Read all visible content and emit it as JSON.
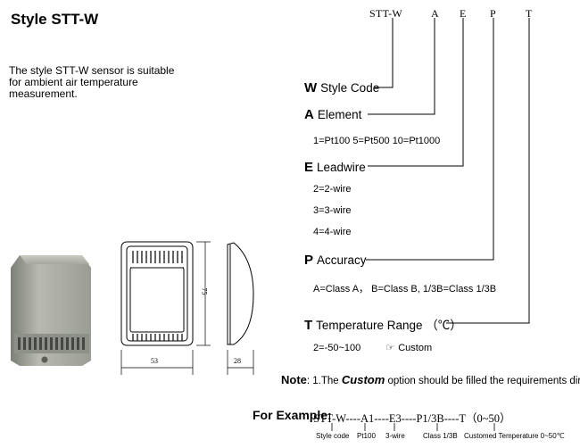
{
  "title": "Style STT-W",
  "description": [
    "The style STT-W sensor is suitable",
    "for ambient air temperature",
    "measurement."
  ],
  "code_header": [
    "STT-W",
    "A",
    "E",
    "P",
    "T"
  ],
  "sections": {
    "style": {
      "letter": "W",
      "label": "Style Code"
    },
    "element": {
      "letter": "A",
      "label": "Element",
      "options": "1=Pt100 5=Pt500 10=Pt1000"
    },
    "leadwire": {
      "letter": "E",
      "label": "Leadwire",
      "options": [
        "2=2-wire",
        "3=3-wire",
        "4=4-wire"
      ]
    },
    "accuracy": {
      "letter": "P",
      "label": "Accuracy",
      "options": "A=Class A， B=Class B, 1/3B=Class 1/3B"
    },
    "temperature": {
      "letter": "T",
      "label": "Temperature Range （℃）",
      "range": "2=-50~100",
      "custom": "Custom"
    }
  },
  "dimensions": {
    "height": "75",
    "width": "53",
    "depth": "28"
  },
  "note": {
    "label": "Note",
    "prefix": ": 1.The ",
    "custom": "Custom",
    "suffix": " option should be filled the requirements directly."
  },
  "example": {
    "label": "For Example:",
    "code": "STT-W----A1----E3----P1/3B----T（0~50）",
    "captions": [
      "Style code",
      "Pt100",
      "3-wire",
      "Class 1/3B",
      "Customed Temperature  0~50℃"
    ]
  },
  "icons": {
    "custom_marker": "pointing-hand-icon"
  }
}
